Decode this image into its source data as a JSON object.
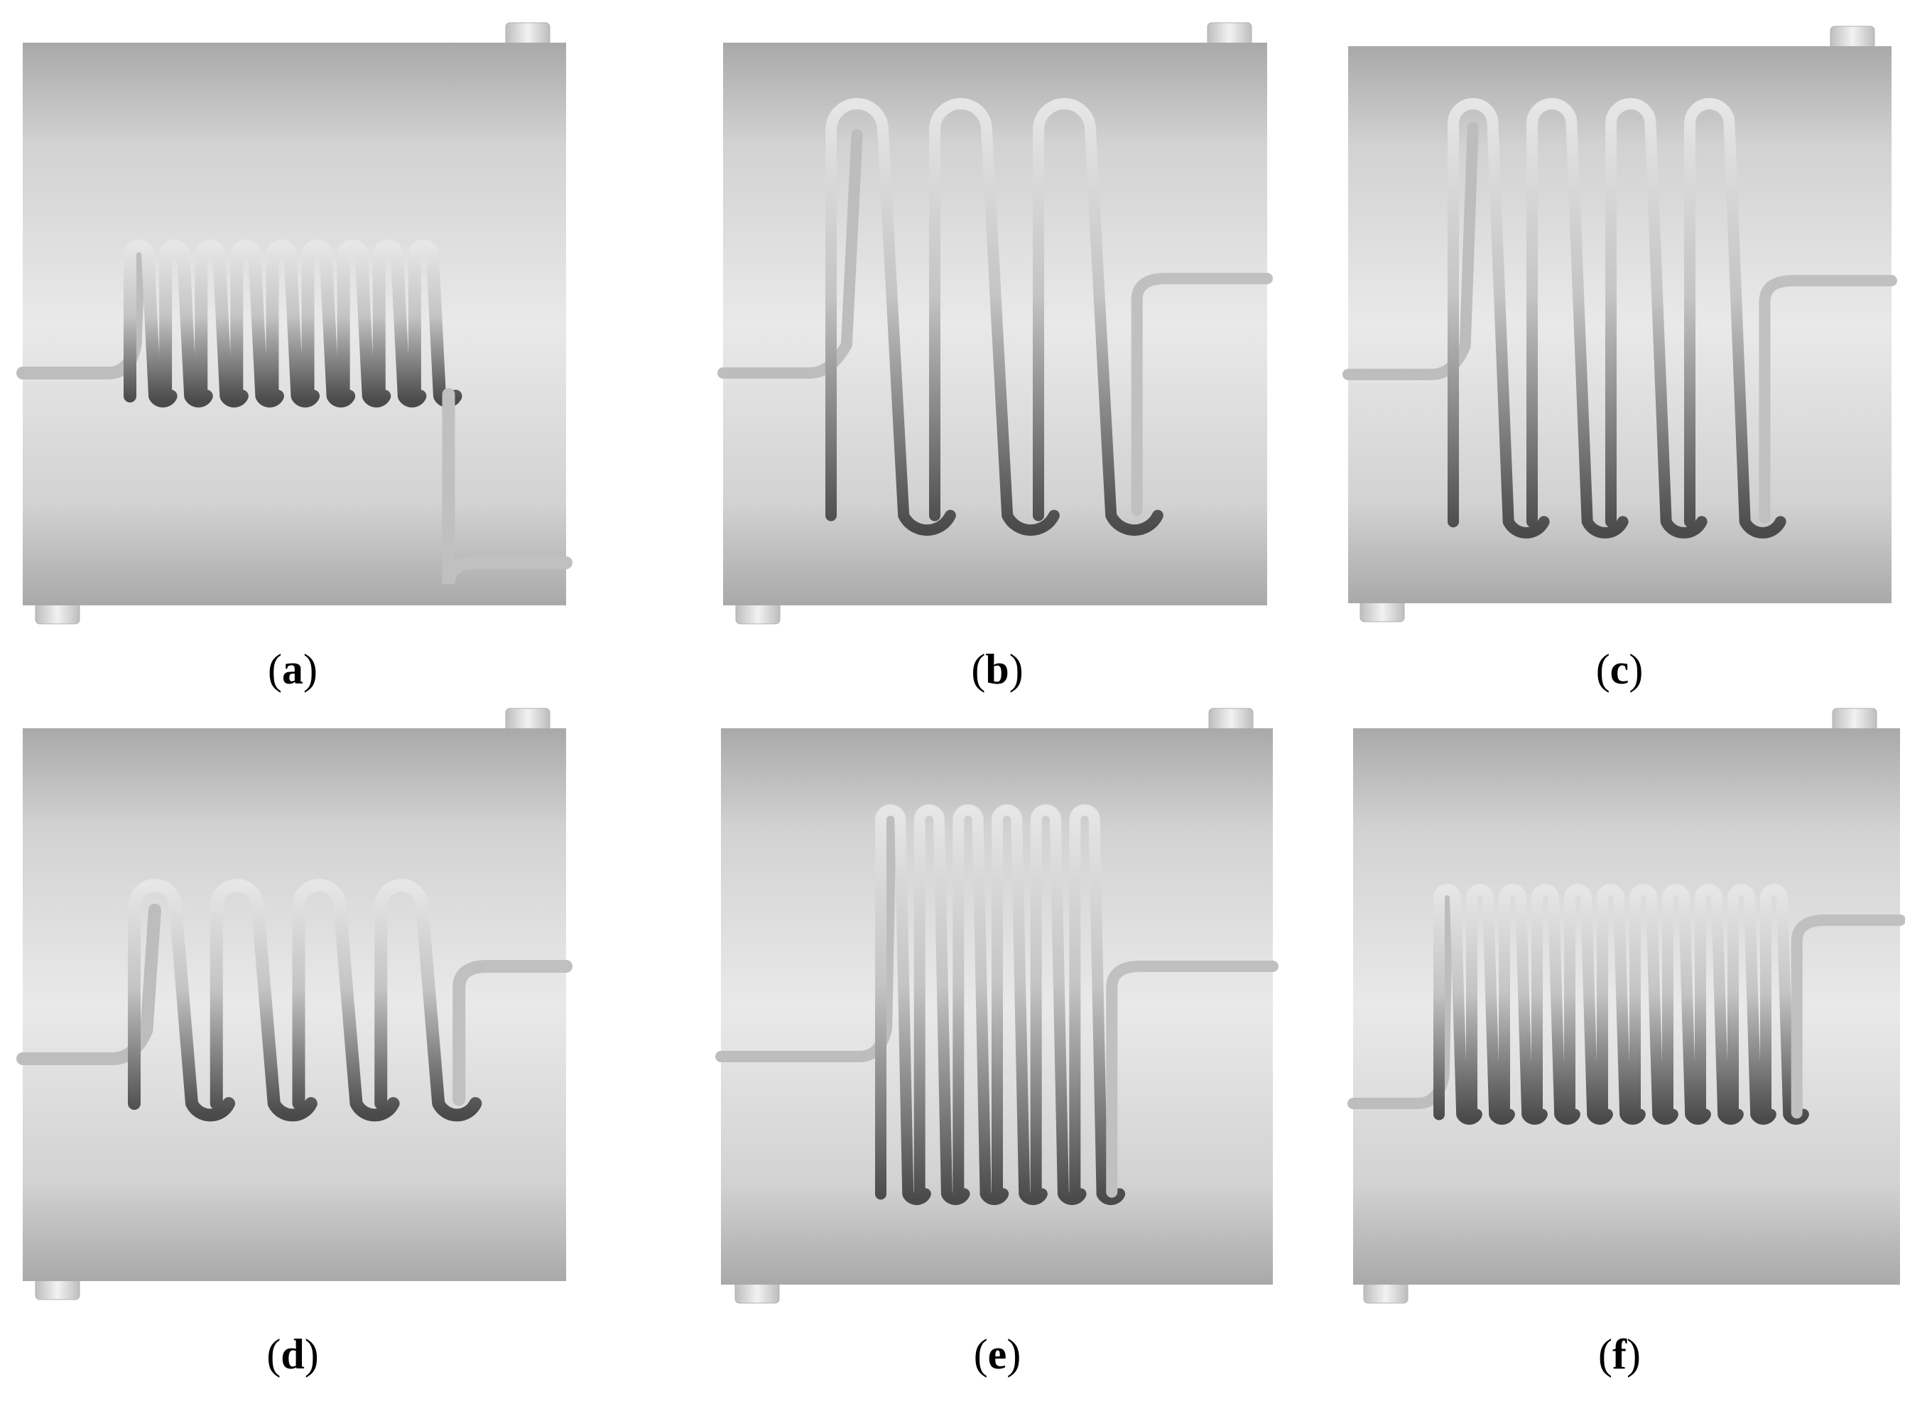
{
  "panels": [
    {
      "id": "a",
      "label": "a",
      "turns": 9
    },
    {
      "id": "b",
      "label": "b",
      "turns": 3
    },
    {
      "id": "c",
      "label": "c",
      "turns": 4
    },
    {
      "id": "d",
      "label": "d",
      "turns": 4
    },
    {
      "id": "e",
      "label": "e",
      "turns": 6
    },
    {
      "id": "f",
      "label": "f",
      "turns": 11
    }
  ],
  "colors": {
    "tank_light": "#e9e9e9",
    "tank_mid": "#d2d2d2",
    "tank_dark": "#a9a9a9",
    "coil_light": "#e6e6e6",
    "coil_dark": "#4a4a4a",
    "nozzle": "#dcdcdc"
  }
}
